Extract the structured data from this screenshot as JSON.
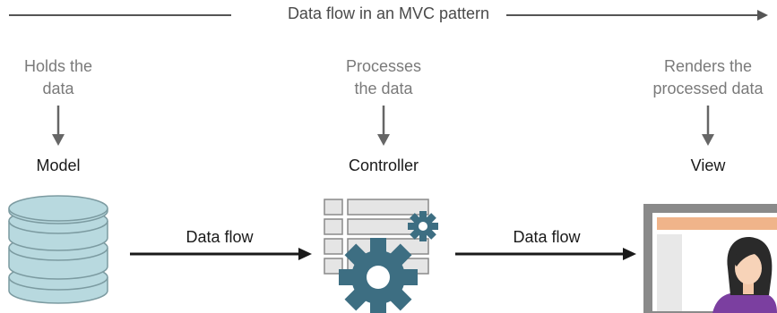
{
  "header": {
    "title": "Data flow in an MVC pattern"
  },
  "nodes": [
    {
      "id": "model",
      "label": "Model",
      "description_lines": [
        "Holds the",
        "data"
      ]
    },
    {
      "id": "controller",
      "label": "Controller",
      "description_lines": [
        "Processes",
        "the data"
      ]
    },
    {
      "id": "view",
      "label": "View",
      "description_lines": [
        "Renders the",
        "processed data"
      ]
    }
  ],
  "edges": [
    {
      "from": "model",
      "to": "controller",
      "label": "Data flow"
    },
    {
      "from": "controller",
      "to": "view",
      "label": "Data flow"
    }
  ],
  "colors": {
    "database": "#b8d9df",
    "gear": "#3d6e82",
    "browser_header": "#f0b48a",
    "frame": "#8a8a8a",
    "person_shirt": "#7b3fa0"
  }
}
